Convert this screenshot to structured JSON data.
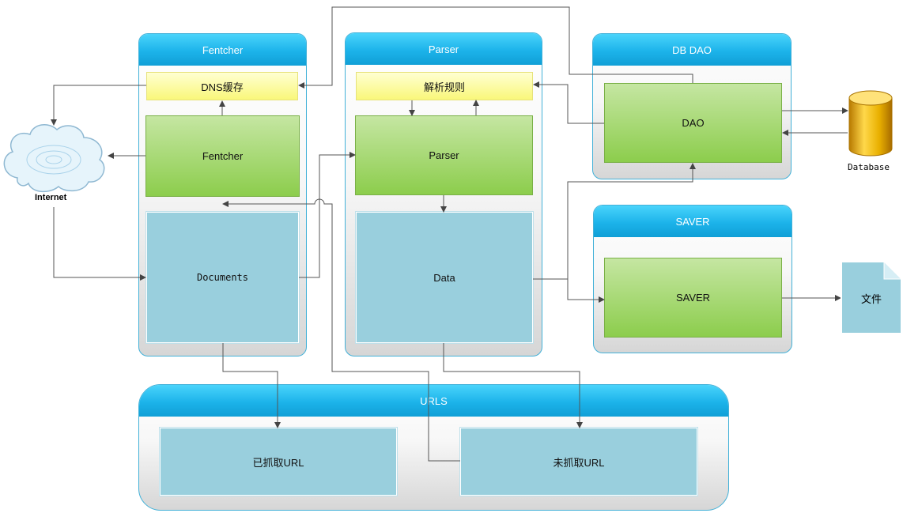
{
  "panels": {
    "fentcher": {
      "title": "Fentcher",
      "dns": "DNS缓存",
      "core": "Fentcher",
      "documents": "Documents"
    },
    "parser": {
      "title": "Parser",
      "rules": "解析规则",
      "core": "Parser",
      "data": "Data"
    },
    "dbdao": {
      "title": "DB DAO",
      "core": "DAO"
    },
    "saver": {
      "title": "SAVER",
      "core": "SAVER"
    },
    "urls": {
      "title": "URLS",
      "fetched": "已抓取URL",
      "unfetched": "未抓取URL"
    }
  },
  "externals": {
    "internet": "Internet",
    "database": "Database",
    "file": "文件"
  },
  "colors": {
    "header_blue": "#1cb3ea",
    "box_green": "#8ccd4c",
    "box_yellow": "#f9f77a",
    "box_blue": "#99cfdd",
    "database_gold": "#e9b000"
  }
}
